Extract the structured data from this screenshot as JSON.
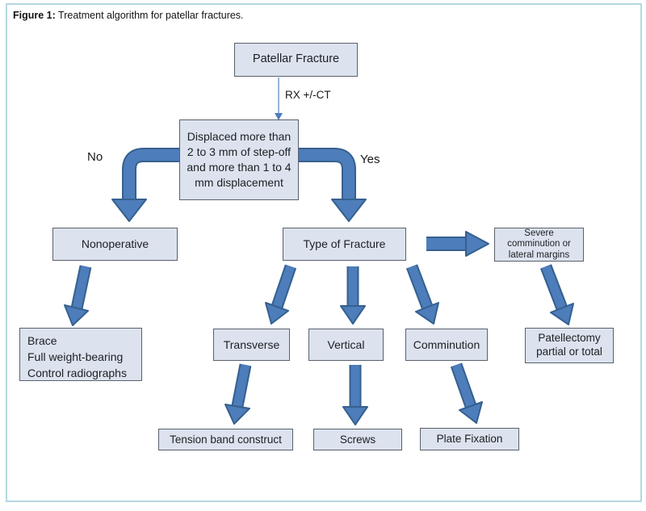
{
  "caption": {
    "label": "Figure 1:",
    "text": " Treatment algorithm for patellar fractures."
  },
  "flowchart": {
    "nodes": {
      "patellar_fracture": "Patellar Fracture",
      "decision": "Displaced more than 2 to 3 mm of step-off and more than 1 to 4 mm displacement",
      "nonoperative": "Nonoperative",
      "type_of_fracture": "Type of Fracture",
      "severe_comminution": "Severe comminution or lateral margins",
      "brace_lines": [
        "Brace",
        "Full weight-bearing",
        "Control radiographs"
      ],
      "transverse": "Transverse",
      "vertical": "Vertical",
      "comminution": "Comminution",
      "patellectomy": "Patellectomy partial or total",
      "tension_band": "Tension band construct",
      "screws": "Screws",
      "plate_fixation": "Plate Fixation"
    },
    "edge_labels": {
      "rx_ct": "RX +/-CT",
      "no": "No",
      "yes": "Yes"
    }
  },
  "colors": {
    "arrow_fill": "#4d7dba",
    "arrow_outline": "#35608f",
    "thin_connector": "#7ba2d6",
    "box_fill": "#dce3ee",
    "box_border": "#5a616b",
    "frame_border": "#b5d7e2",
    "text": "#1c1f24"
  }
}
